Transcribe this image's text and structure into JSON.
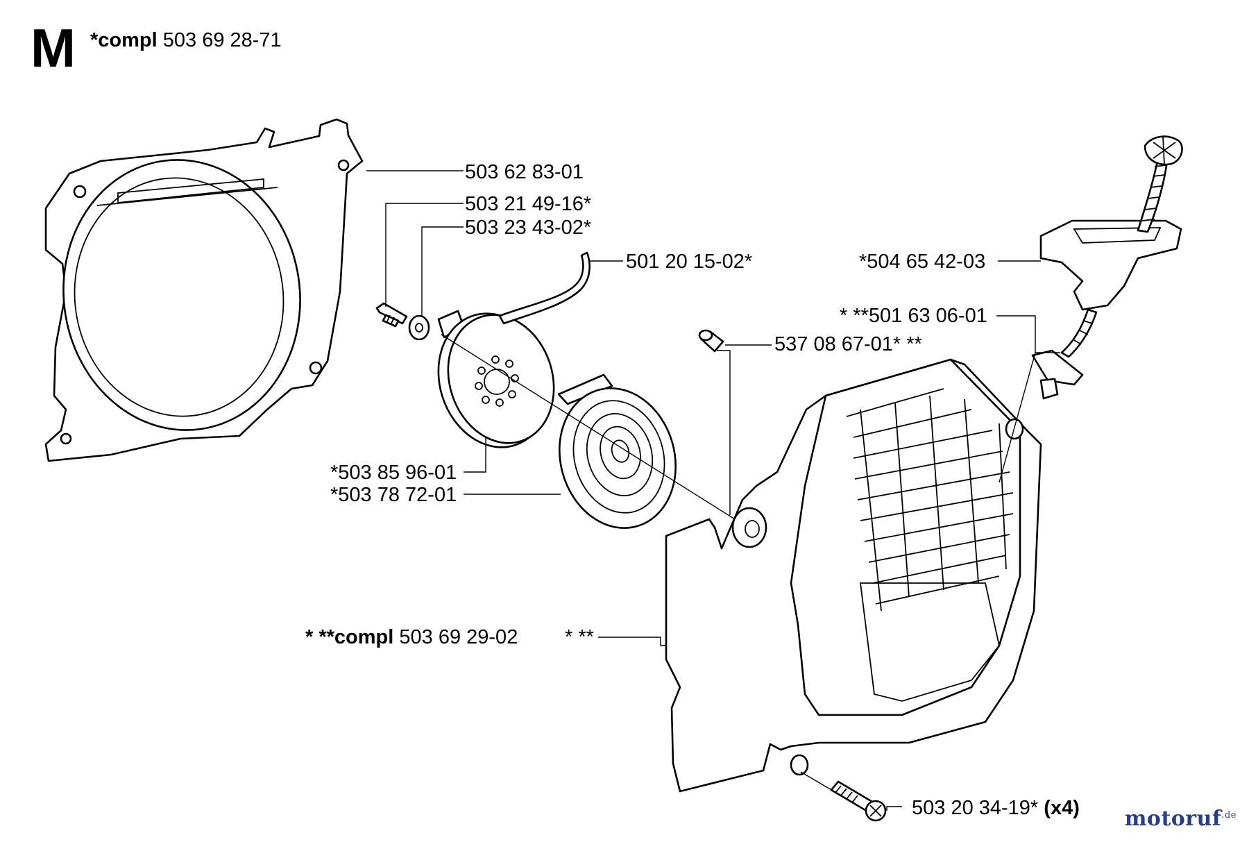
{
  "section_letter": "M",
  "header": {
    "prefix": "*compl",
    "number": "503 69 28-71"
  },
  "callouts": {
    "fan_housing": "503 62 83-01",
    "screw": "503 21 49-16*",
    "washer": "503 23 43-02*",
    "starter_cord": "501 20 15-02*",
    "cord_handle": "*504 65 42-03",
    "bushing": "* **501 63 06-01",
    "pin": "537 08 67-01* **",
    "pulley": "*503 85 96-01",
    "recoil_spring": "*503 78 72-01",
    "cover_assembly": {
      "prefix": "* **compl",
      "number": "503 69 29-02",
      "suffix": "* **"
    },
    "cover_screw": {
      "number": "503 20 34-19*",
      "qty": "(x4)"
    }
  },
  "watermark": {
    "brand": "motoruf",
    "tld": ".de"
  },
  "colors": {
    "line": "#000000",
    "background": "#ffffff",
    "watermark": "#2a3d8a",
    "watermark_dot": "#d4362a"
  }
}
